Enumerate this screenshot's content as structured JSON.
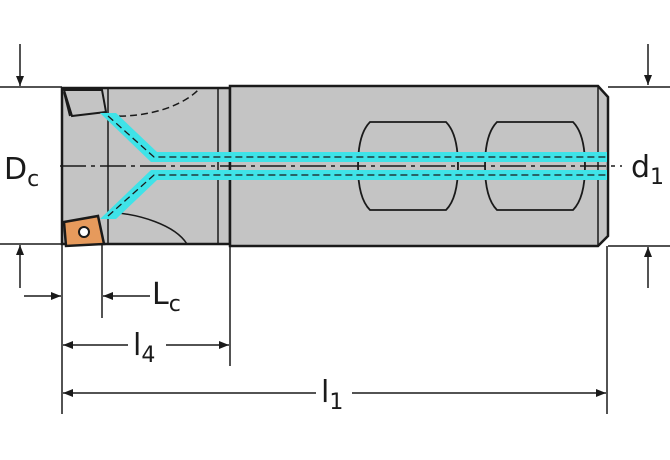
{
  "labels": {
    "dc": {
      "main": "D",
      "sub": "c"
    },
    "d1": {
      "main": "d",
      "sub": "1"
    },
    "lc": {
      "main": "L",
      "sub": "c"
    },
    "l4": {
      "main": "l",
      "sub": "4"
    },
    "l1": {
      "main": "l",
      "sub": "1"
    }
  },
  "colors": {
    "body": "#c4c4c4",
    "outline": "#1a1a1a",
    "coolant": "#3fe3e8",
    "insert": "#e69a5c",
    "background": "#ffffff"
  },
  "icons": [
    "arrow-down-icon",
    "arrow-up-icon",
    "arrow-right-icon",
    "arrow-left-icon"
  ]
}
